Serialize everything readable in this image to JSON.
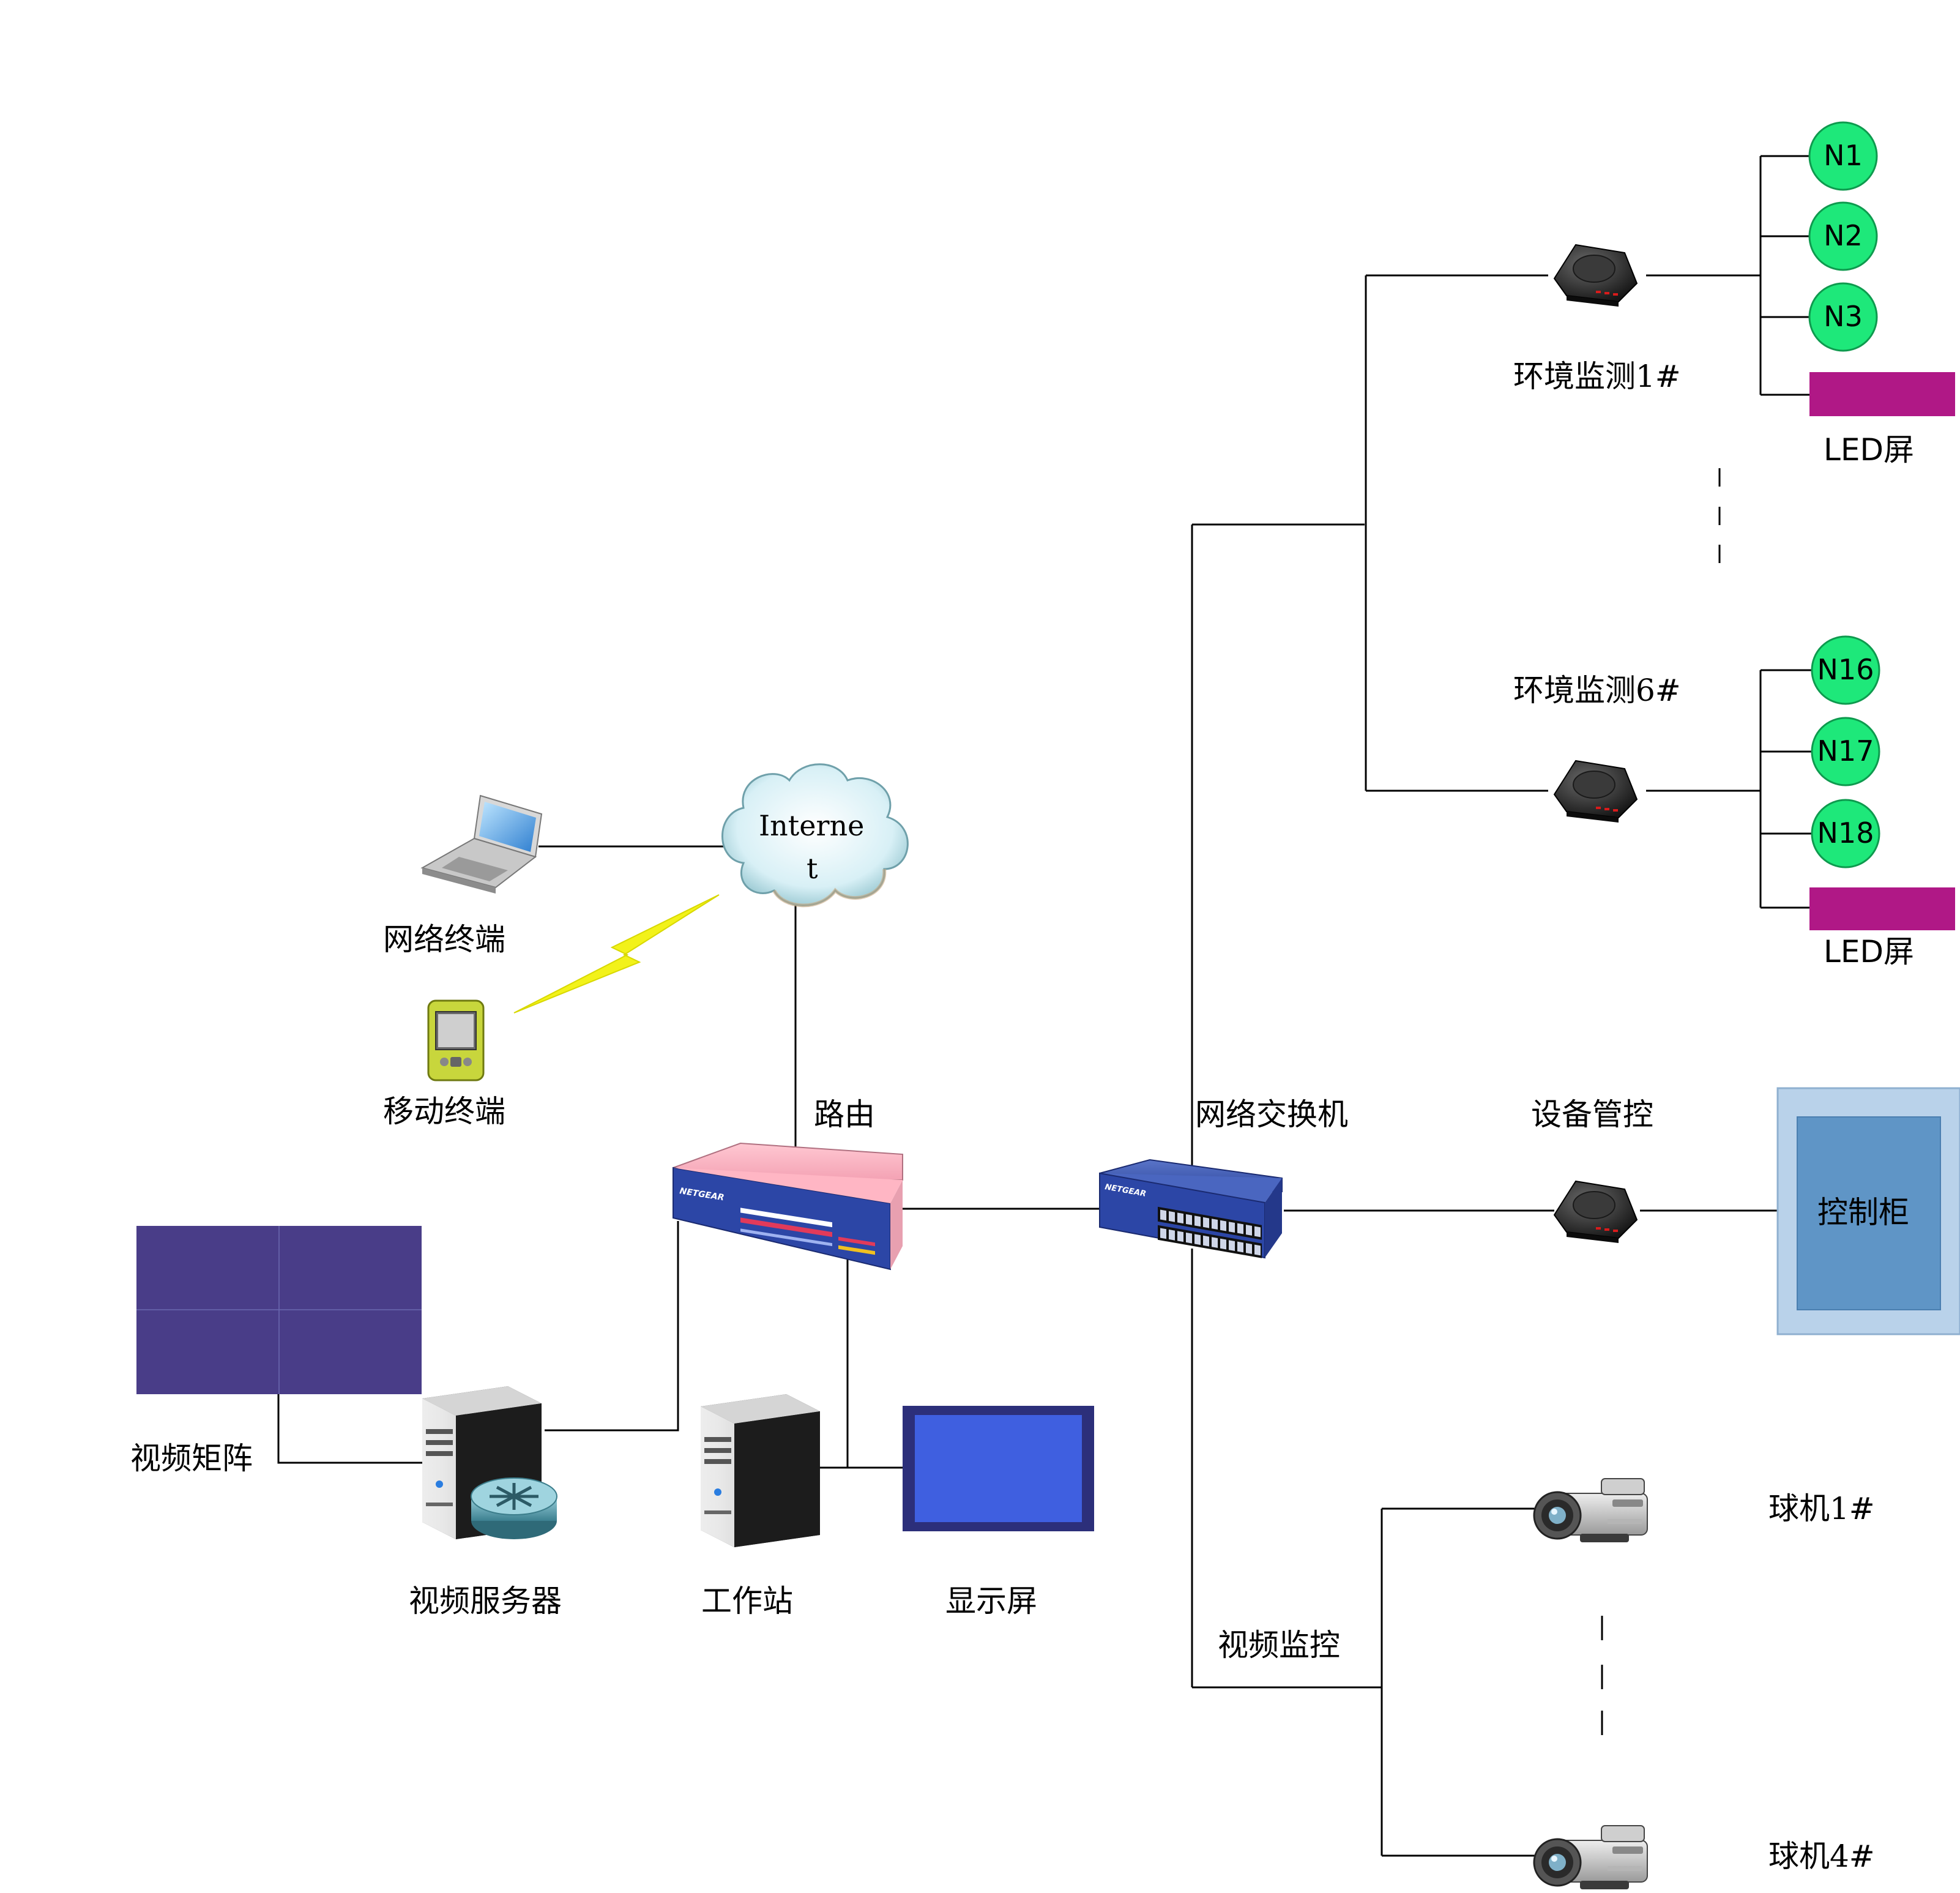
{
  "colors": {
    "node_green": "#1ee87a",
    "led_magenta": "#b01886",
    "matrix_fill": "#493d88",
    "monitor_fill": "#3f5fe0",
    "monitor_frame": "#2c2f7a",
    "cabinet_outer": "#b9d2ea",
    "cabinet_inner": "#5f95c6",
    "lightning": "#f2f21a"
  },
  "labels": {
    "network_terminal": "网络终端",
    "mobile_terminal": "移动终端",
    "internet": [
      "Interne",
      "t"
    ],
    "router": "路由",
    "network_switch": "网络交换机",
    "device_control": "设备管控",
    "control_cabinet": "控制柜",
    "video_matrix": "视频矩阵",
    "video_server": "视频服务器",
    "workstation": "工作站",
    "display_screen": "显示屏",
    "video_surveillance": "视频监控",
    "env_monitor_1": "环境监测1#",
    "env_monitor_6": "环境监测6#",
    "led_screen_1": "LED屏",
    "led_screen_2": "LED屏",
    "dome_camera_1": "球机1#",
    "dome_camera_4": "球机4#"
  },
  "nodes": {
    "group1": [
      "N1",
      "N2",
      "N3"
    ],
    "group2": [
      "N16",
      "N17",
      "N18"
    ]
  },
  "icons": {
    "laptop": "laptop-icon",
    "pda": "pda-icon",
    "cloud": "cloud-icon",
    "router": "router-icon",
    "switch": "switch-icon",
    "server": "server-icon",
    "gateway": "gateway-icon",
    "camera": "camcorder-icon"
  },
  "device_brand": "NETGEAR"
}
